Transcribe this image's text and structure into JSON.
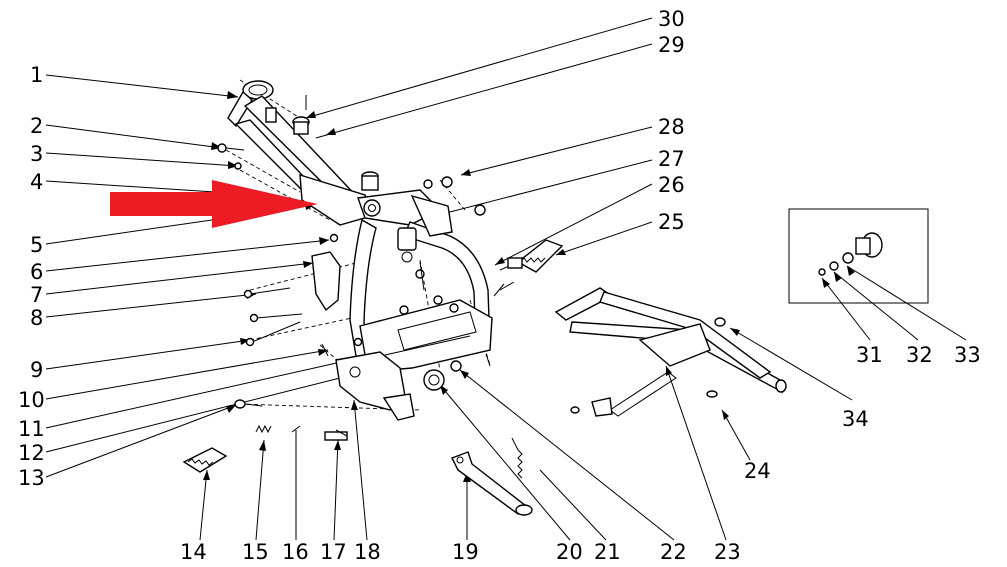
{
  "callouts": {
    "c1": "1",
    "c2": "2",
    "c3": "3",
    "c4": "4",
    "c5": "5",
    "c6": "6",
    "c7": "7",
    "c8": "8",
    "c9": "9",
    "c10": "10",
    "c11": "11",
    "c12": "12",
    "c13": "13",
    "c14": "14",
    "c15": "15",
    "c16": "16",
    "c17": "17",
    "c18": "18",
    "c19": "19",
    "c20": "20",
    "c21": "21",
    "c22": "22",
    "c23": "23",
    "c24": "24",
    "c25": "25",
    "c26": "26",
    "c27": "27",
    "c28": "28",
    "c29": "29",
    "c30": "30",
    "c31": "31",
    "c32": "32",
    "c33": "33",
    "c34": "34"
  },
  "colors": {
    "highlight_arrow": "#ed1c24",
    "lines": "#000000"
  }
}
